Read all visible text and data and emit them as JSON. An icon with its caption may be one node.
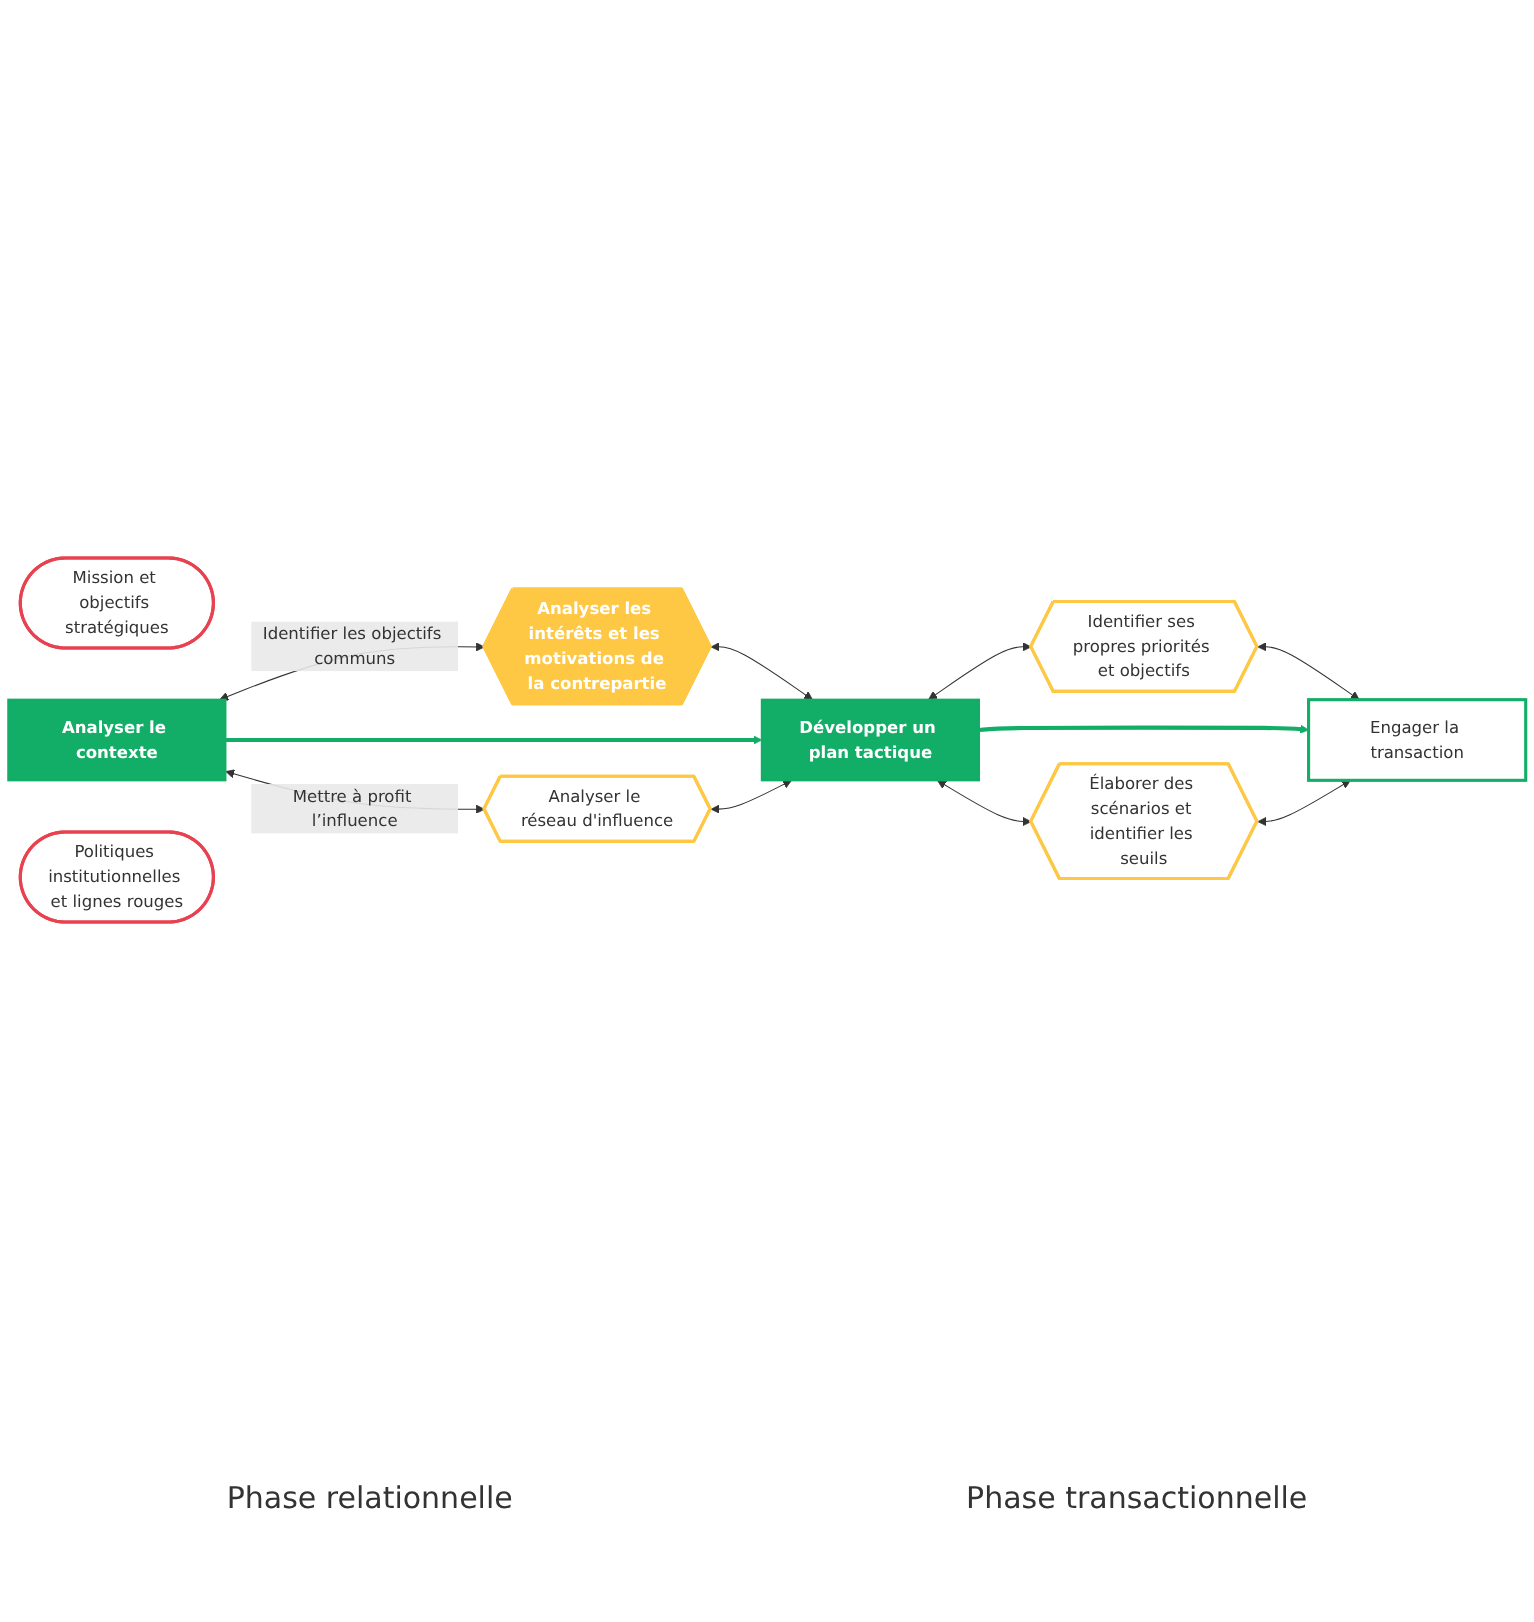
{
  "diagram": {
    "nodes": [
      {
        "text": [
          "Mission et objectifs stratégiques"
        ]
      },
      {
        "text": [
          "Analyser les intérêts et les motivations de la contrepartie"
        ]
      },
      {
        "text": [
          "Identifier ses propres priorités et objectifs"
        ]
      },
      {
        "text": [
          "Analyser le contexte"
        ]
      },
      {
        "text": [
          "Développer un plan tactique"
        ]
      },
      {
        "text": [
          "Engager la transaction"
        ]
      },
      {
        "text": [
          "Analyser le réseau d'influence"
        ]
      },
      {
        "text": [
          "Élaborer des scénarios et identifier les seuils"
        ]
      },
      {
        "text": [
          "Politiques institutionnelles et lignes rouges"
        ]
      }
    ],
    "edges": [
      {
        "from": 3,
        "to": 1,
        "arrow": "both",
        "label": "Identifier les objectifs communs"
      },
      {
        "from": 1,
        "to": 4,
        "arrow": "both"
      },
      {
        "from": 4,
        "to": 2,
        "arrow": "both"
      },
      {
        "from": 2,
        "to": 5,
        "arrow": "both"
      },
      {
        "from": 3,
        "to": 4,
        "arrow": "to",
        "style": "thick",
        "color": "#12ad66"
      },
      {
        "from": 4,
        "to": 5,
        "arrow": "to",
        "style": "thick",
        "color": "#12ad66"
      },
      {
        "from": 3,
        "to": 6,
        "arrow": "both",
        "label": "Mettre à profit l’influence"
      },
      {
        "from": 6,
        "to": 4,
        "arrow": "both"
      },
      {
        "from": 4,
        "to": 7,
        "arrow": "both"
      },
      {
        "from": 7,
        "to": 5,
        "arrow": "both"
      }
    ],
    "labels": [
      "Phase relationnelle",
      "Phase transactionnelle"
    ]
  }
}
